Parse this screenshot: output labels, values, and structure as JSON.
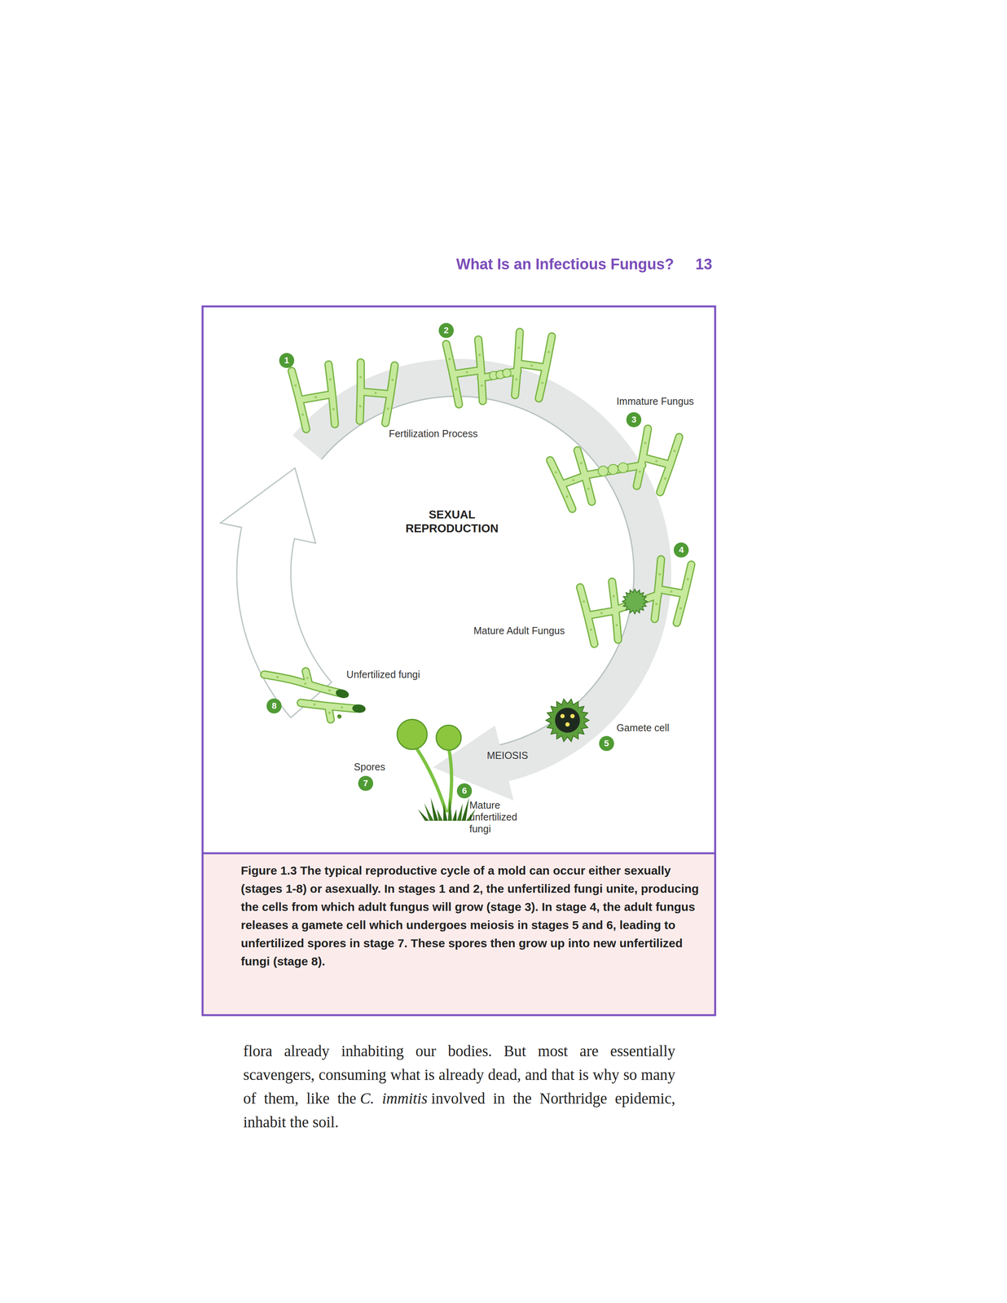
{
  "diagram": {
    "caption": "Figure 1.3 The typical reproductive cycle of a mold can occur either sexually (stages 1-8) or asexually. In stages 1 and 2, the unfertilized fungi unite, producing the cells from which adult fungus will grow (stage 3). In stage 4, the adult fungus releases a gamete cell which undergoes meiosis in stages 5 and 6, leading to unfertilized spores in stage 7. These spores then grow up into new unfertilized fungi (stage 8).",
    "labels": [
      "What Is an Infectious Fungus?",
      "13",
      "1",
      "2",
      "Fertilization Process",
      "Immature Fungus",
      "3",
      "SEXUAL REPRODUCTION",
      "4",
      "Mature Adult Fungus",
      "Unfertilized fungi",
      "8",
      "Gamete cell",
      "5",
      "MEIOSIS",
      "Spores",
      "7",
      "6",
      "Mature unfertilized fungi",
      "flora already inhabiting our bodies. But most are essentially scavengers, consuming what is already dead, and that is why so many of them, like the",
      "C. immitis",
      "involved in the Northridge epidemic, inhabit the soil."
    ]
  }
}
